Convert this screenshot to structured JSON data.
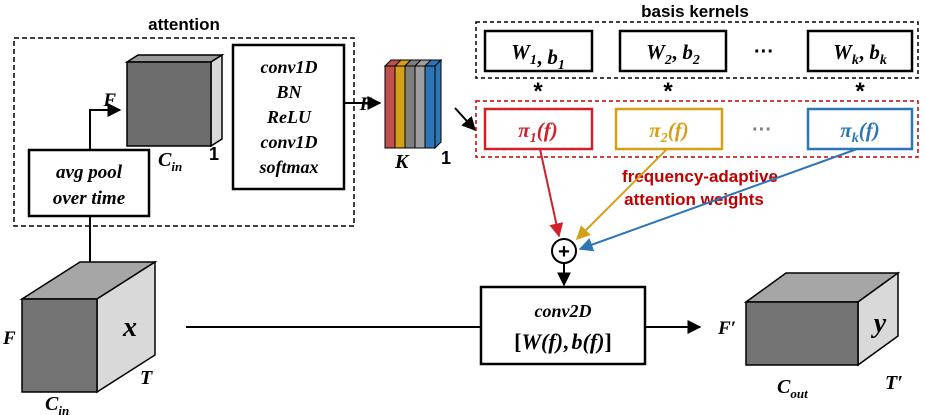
{
  "attention": {
    "title": "attention",
    "pool_line1": "avg pool",
    "pool_line2": "over time",
    "freq_label": "F",
    "cin_base": "C",
    "cin_sub": "in",
    "one_label": "1",
    "layers": [
      "conv1D",
      "BN",
      "ReLU",
      "conv1D",
      "softmax"
    ],
    "freq_out_label": "F",
    "k_label": "K",
    "k_one_label": "1"
  },
  "kernels": {
    "title": "basis kernels",
    "items": [
      {
        "w": "W",
        "b": "b",
        "sub": "1"
      },
      {
        "w": "W",
        "b": "b",
        "sub": "2"
      },
      {
        "w": "W",
        "b": "b",
        "sub": "k"
      }
    ],
    "ellipsis": "···",
    "star": "*"
  },
  "pis": {
    "items": [
      {
        "base": "π",
        "sub": "1",
        "arg": "(f)",
        "color": "#d0202a"
      },
      {
        "base": "π",
        "sub": "2",
        "arg": "(f)",
        "color": "#d4a017"
      },
      {
        "base": "π",
        "sub": "k",
        "arg": "(f)",
        "color": "#2e75b6"
      }
    ],
    "ellipsis": "···",
    "caption_line1": "frequency-adaptive",
    "caption_line2": "attention weights",
    "caption_color": "#c00000"
  },
  "sum_symbol": "+",
  "conv2d": {
    "title": "conv2D",
    "open": "[",
    "w": "W",
    "wf": "(f)",
    "comma": ",",
    "b": "b",
    "bf": "(f)",
    "close": "]"
  },
  "input": {
    "name": "x",
    "f_label": "F",
    "t_label": "T",
    "cin_base": "C",
    "cin_sub": "in"
  },
  "output": {
    "name": "y",
    "f_label": "F′",
    "t_label": "T′",
    "cout_base": "C",
    "cout_sub": "out"
  },
  "stack_colors": [
    "#c0504d",
    "#d4a017",
    "#7f7f7f",
    "#9e9e9e",
    "#2e75b6"
  ]
}
